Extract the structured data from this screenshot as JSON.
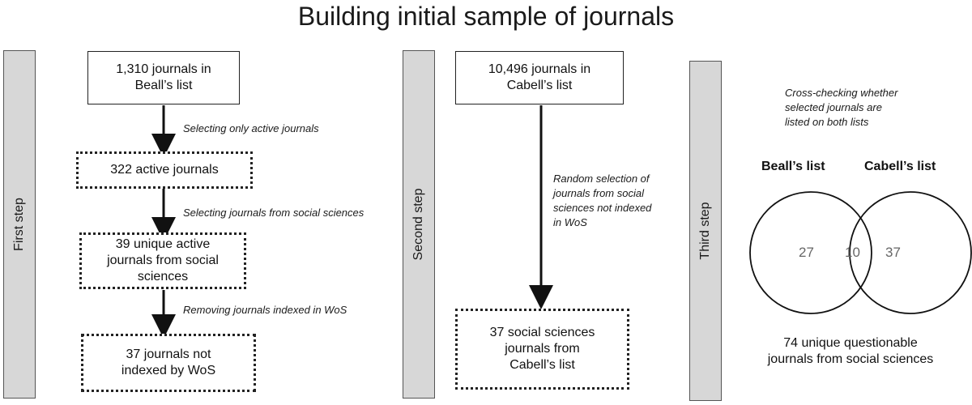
{
  "title": "Building initial sample of journals",
  "steps": {
    "first": "First step",
    "second": "Second step",
    "third": "Third step"
  },
  "first_step": {
    "box1": "1,310 journals in\nBeall’s list",
    "note1": "Selecting only active journals",
    "box2": "322 active journals",
    "note2": "Selecting journals from social sciences",
    "box3": "39 unique active\njournals from social\nsciences",
    "note3": "Removing journals indexed in WoS",
    "box4": "37 journals not\nindexed by WoS"
  },
  "second_step": {
    "box1": "10,496 journals in\nCabell’s list",
    "note1": "Random selection of\njournals from social\nsciences not indexed\nin WoS",
    "box2": "37 social sciences\njournals from\nCabell’s list"
  },
  "third_step": {
    "note": "Cross-checking whether\nselected journals are\nlisted on both lists",
    "venn": {
      "left_label": "Beall’s list",
      "right_label": "Cabell’s list",
      "left_only": "27",
      "overlap": "10",
      "right_only": "37"
    },
    "result": "74 unique questionable\njournals from social sciences"
  }
}
